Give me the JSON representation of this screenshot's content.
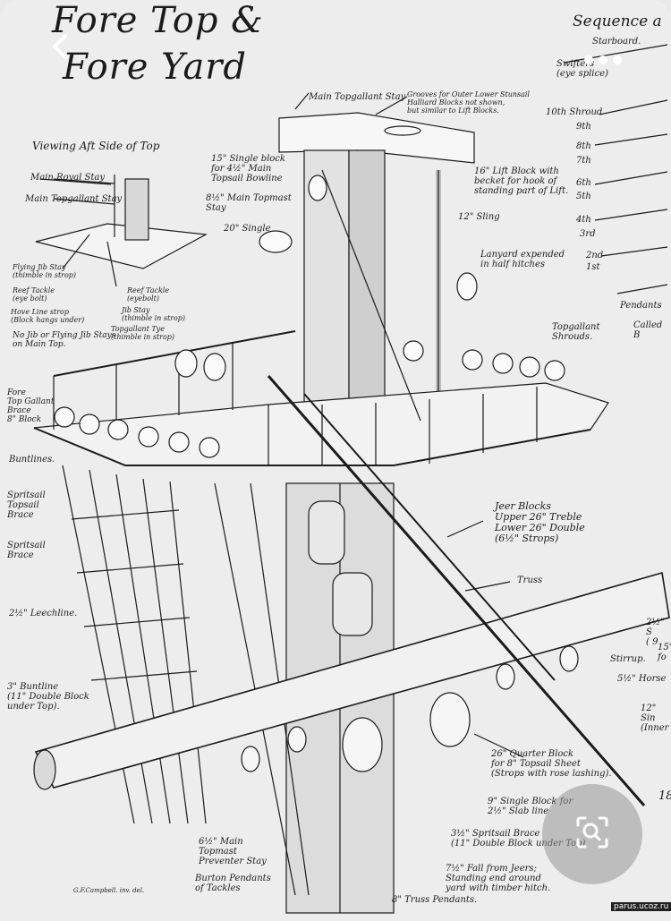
{
  "title_line1": "Fore Top &",
  "title_line2": "Fore Yard",
  "sequence_heading": "Sequence a",
  "starboard_label": "Starboard.",
  "viewing_label": "Viewing Aft Side of Top",
  "labels": {
    "main_royal_stay": "Main Royal Stay",
    "main_topgallant_stay_left": "Main Topgallant Stay",
    "main_topgallant_stay_top": "Main Topgallant Stay",
    "grooves_note": "Grooves for Outer Lower Stunsail\nHalliard Blocks not shown,\nbut similar to Lift Blocks.",
    "single_block_15": "15\" Single block\nfor 4½\" Main\nTopsail Bowline",
    "main_topmast_stay": "8½\" Main Topmast\nStay",
    "single_20": "20\" Single",
    "lift_block_16": "16\" Lift Block with\nbecket for hook of\nstanding part of Lift.",
    "sling_12": "12\" Sling",
    "lanyard": "Lanyard expended\nin half hitches",
    "flying_jib_stay": "Flying Jib Stay\n(thimble in strop)",
    "reef_tackle_left": "Reef Tackle\n(eye bolt)",
    "reef_tackle_right": "Reef Tackle\n(eyebolt)",
    "jib_stay": "Jib Stay\n(thimble in strop)",
    "hove_line_strop": "Hove Line strop\n(Block hangs under)",
    "topgallant_tye": "Topgallant Tye\n(thimble in strop)",
    "no_jib": "No Jib or Flying Jib Stays\non Main Top.",
    "fore_topgallant_brace": "Fore\nTop Gallant\nBrace\n8\" Block",
    "topgallant_shrouds": "Topgallant\nShrouds.",
    "buntlines": "Buntlines.",
    "spritsail_topsail_brace": "Spritsail\nTopsail\nBrace",
    "spritsail_brace": "Spritsail\nBrace",
    "leechline": "2½\" Leechline.",
    "jeer_blocks": "Jeer Blocks\nUpper 26\" Treble\nLower 26\" Double\n(6½\" Strops)",
    "truss": "Truss",
    "buntline_3": "3\" Buntline\n(11\" Double Block\nunder Top).",
    "stirrup": "Stirrup.",
    "horse_55": "5½\" Horse",
    "quarter_block": "26\" Quarter Block\nfor 8\" Topsail Sheet\n(Strops with rose lashing).",
    "single_block_9": "9\" Single Block for\n2½\" Slab line",
    "spritsail_brace_35": "3½\" Spritsail Brace\n(11\" Double Block under Top)",
    "main_topmast_preventer": "6½\" Main\nTopmast\nPreventer Stay",
    "burton_pendants": "Burton Pendants\nof Tackles",
    "fall_from_jeers": "7½\" Fall from Jeers;\nStanding end around\nyard with timber hitch.",
    "truss_pendants": "8\" Truss Pendants.",
    "campbell": "G.F.Campbell. inv. del.",
    "swifters": "Swifters\n(eye splice)",
    "shroud_10": "10th Shroud",
    "n9": "9th",
    "n8": "8th",
    "n7": "7th",
    "n6": "6th",
    "n5": "5th",
    "n4": "4th",
    "n3": "3rd",
    "n2": "2nd",
    "n1": "1st",
    "pendants": "Pendants",
    "called_b": "Called B",
    "r_25": "2½\" S\n( 9",
    "r_15": "15\"\nfo",
    "r_12": "12\" Sin\n(Inner",
    "r_18": "18"
  },
  "watermark": "parus.ucoz.ru",
  "icons": {
    "back": "chevron-left-icon",
    "more": "more-dots-icon",
    "lens": "visual-search-icon"
  },
  "colors": {
    "ink": "#1b1b1b",
    "paper": "#ededed",
    "overlay": "#969696"
  }
}
